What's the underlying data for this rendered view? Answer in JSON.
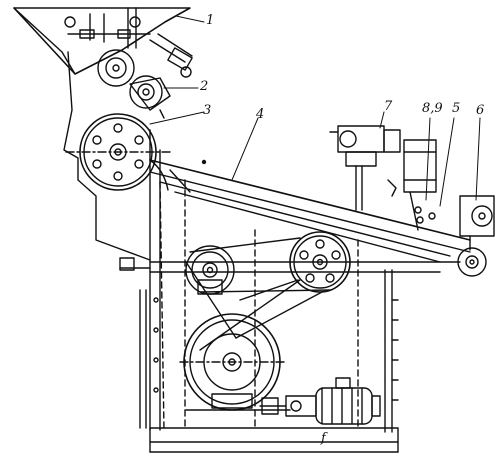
{
  "labels": {
    "l1": "1",
    "l2": "2",
    "l3": "3",
    "l4": "4",
    "l5": "5",
    "l6": "6",
    "l7": "7",
    "l89": "8,9",
    "lf": "f"
  },
  "colors": {
    "ink": "#111111",
    "paper": "#ffffff"
  }
}
